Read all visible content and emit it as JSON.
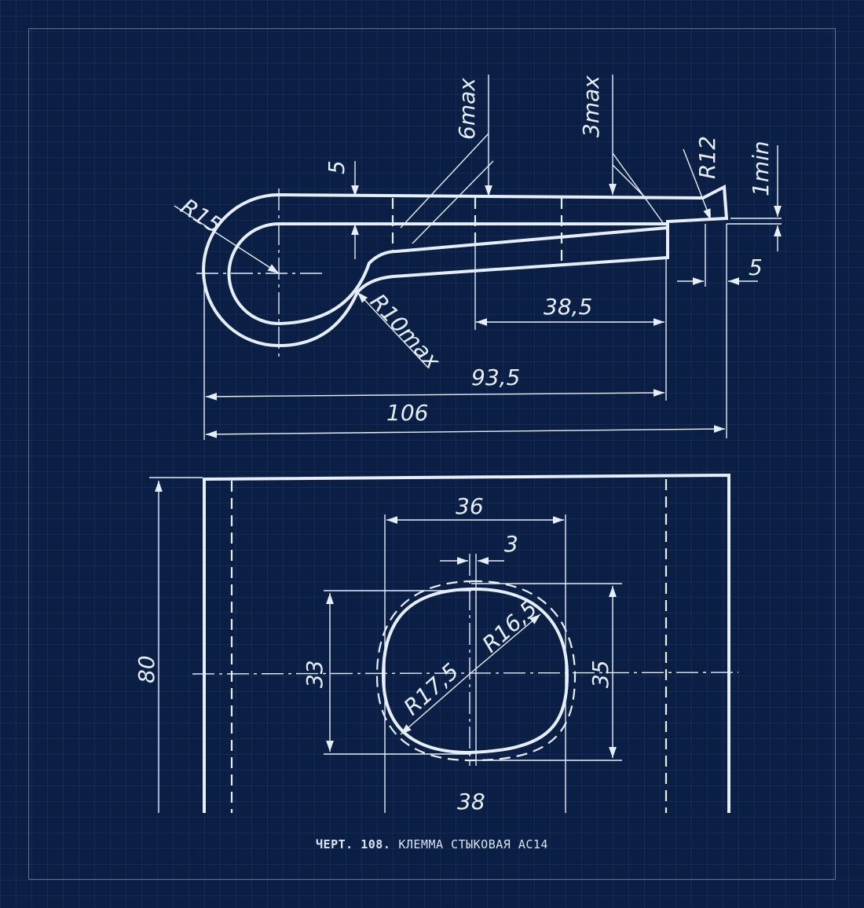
{
  "caption": {
    "number": "ЧЕРТ. 108.",
    "title": "КЛЕММА СТЫКОВАЯ АС14"
  },
  "dims": {
    "r15": "R15",
    "t5": "5",
    "max6": "6max",
    "max3": "3max",
    "r12": "R12",
    "min1": "1min",
    "r10max": "R10max",
    "d385": "38,5",
    "d5b": "5",
    "d935": "93,5",
    "d106": "106",
    "d36": "36",
    "d3": "3",
    "d80": "80",
    "d33": "33",
    "d35": "35",
    "r175": "R17,5",
    "r165": "R16,5",
    "d38": "38"
  },
  "colors": {
    "background": "#0b1f45",
    "line": "#e6eefc"
  }
}
